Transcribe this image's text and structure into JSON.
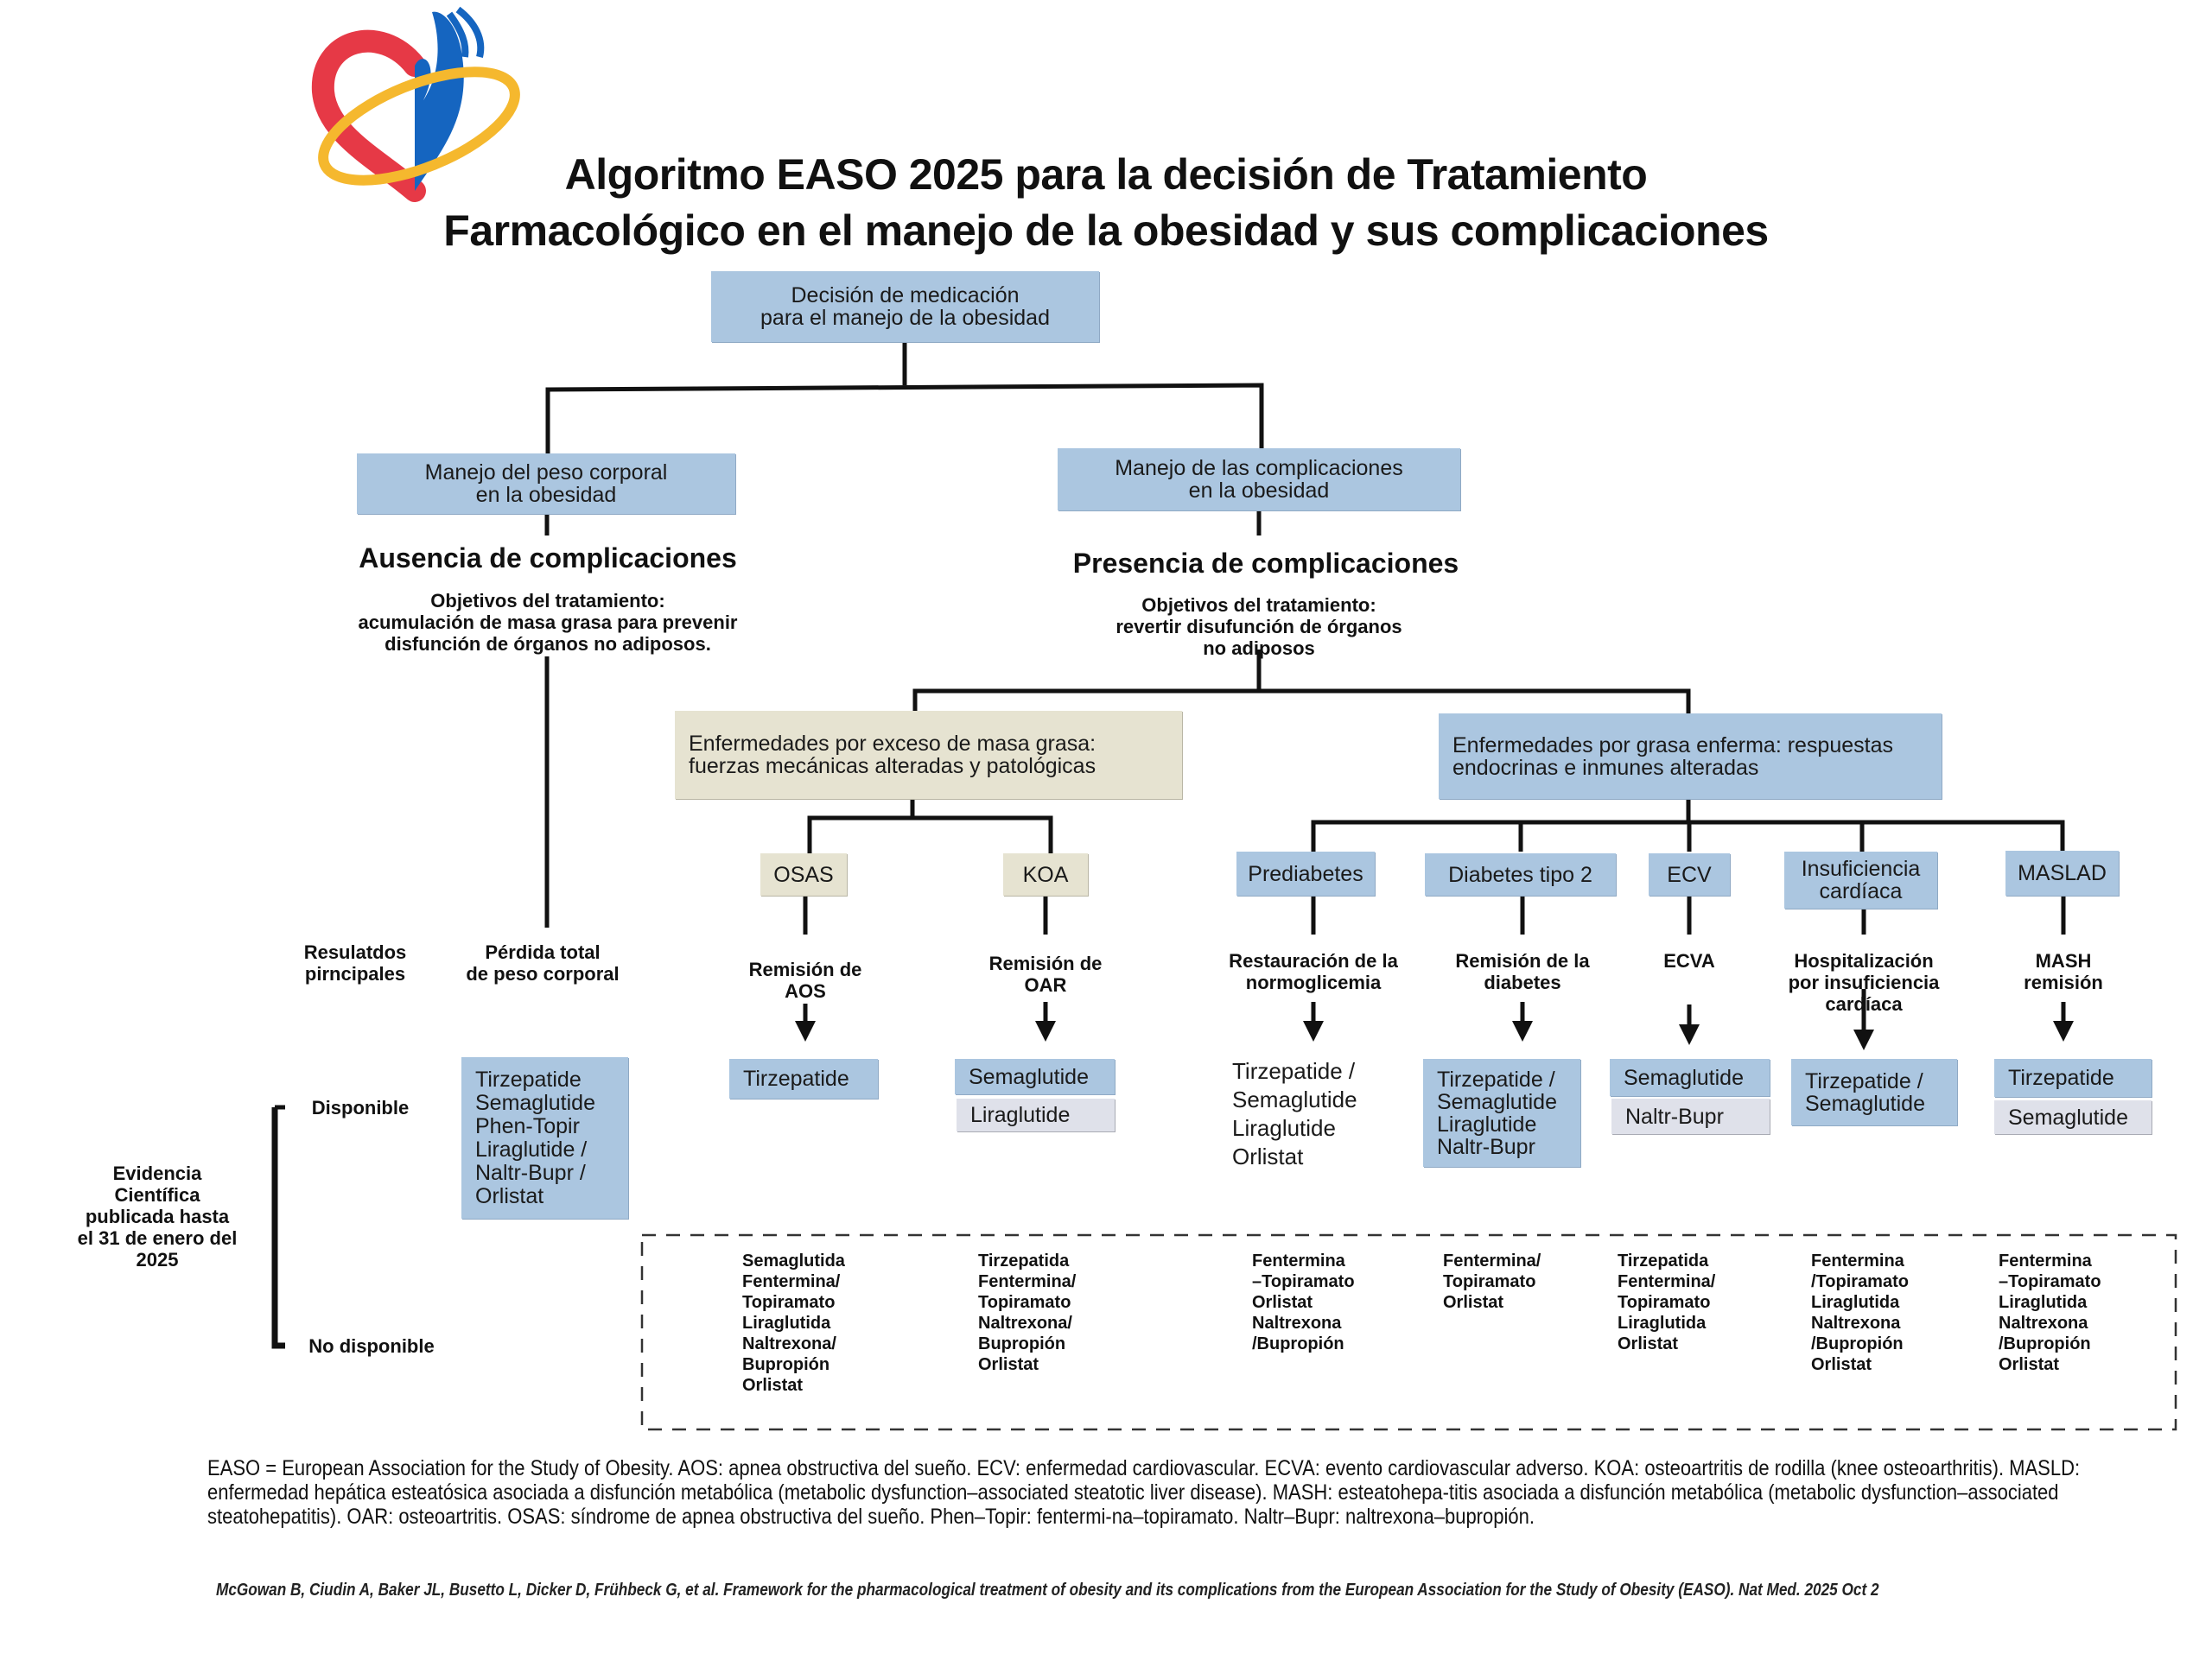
{
  "title": [
    "Algoritmo EASO 2025 para la decisión de Tratamiento",
    "Farmacológico en el manejo de la obesidad y sus complicaciones"
  ],
  "root": [
    "Decisión de medicación",
    "para el manejo de la obesidad"
  ],
  "left_branch": {
    "box": [
      "Manejo del peso corporal",
      "en la obesidad"
    ],
    "heading": "Ausencia de complicaciones",
    "objectives": [
      "Objetivos del  tratamiento:",
      "acumulación de masa grasa para prevenir",
      "disfunción de órganos no adiposos."
    ],
    "outcome": [
      "Pérdida total",
      "de peso corporal"
    ],
    "available": [
      "Tirzepatide",
      "Semaglutide",
      "Phen-Topir",
      "Liraglutide /",
      "Naltr-Bupr /",
      "Orlistat"
    ]
  },
  "right_branch": {
    "box": [
      "Manejo de las complicaciones",
      "en la obesidad"
    ],
    "heading": "Presencia de complicaciones",
    "objectives": [
      "Objetivos del  tratamiento:",
      "revertir disufunción de órganos",
      "no adiposos"
    ]
  },
  "categories": [
    {
      "label": [
        "Enfermedades por exceso de masa grasa:",
        "fuerzas mecánicas alteradas y patológicas"
      ]
    },
    {
      "label": [
        "Enfermedades por grasa enferma: respuestas",
        "endocrinas e inmunes alteradas"
      ]
    }
  ],
  "conditions": [
    {
      "name": [
        "OSAS"
      ],
      "outcome": [
        "Remisión de",
        "AOS"
      ],
      "available": [
        [
          "Tirzepatide"
        ]
      ],
      "not_available": [
        "Semaglutida",
        "Fentermina/",
        "Topiramato",
        "Liraglutida",
        "Naltrexona/",
        "Bupropión",
        "Orlistat"
      ]
    },
    {
      "name": [
        "KOA"
      ],
      "outcome": [
        "Remisión de",
        "OAR"
      ],
      "available": [
        [
          "Semaglutide"
        ],
        [
          "Liraglutide"
        ]
      ],
      "not_available": [
        "Tirzepatida",
        "Fentermina/",
        "Topiramato",
        "Naltrexona/",
        "Bupropión",
        "Orlistat"
      ]
    },
    {
      "name": [
        "Prediabetes"
      ],
      "outcome": [
        "Restauración de la",
        "normoglicemia"
      ],
      "available": [
        [
          "Tirzepatide /",
          "Semaglutide",
          "Liraglutide",
          "Orlistat"
        ]
      ],
      "not_available": [
        "Fentermina",
        "–Topiramato",
        "Orlistat",
        "Naltrexona",
        "/Bupropión"
      ]
    },
    {
      "name": [
        "Diabetes tipo 2"
      ],
      "outcome": [
        "Remisión de la",
        "diabetes"
      ],
      "available": [
        [
          "Tirzepatide /",
          "Semaglutide",
          "Liraglutide",
          "Naltr-Bupr"
        ]
      ],
      "not_available": [
        "Fentermina/",
        "Topiramato",
        "Orlistat"
      ]
    },
    {
      "name": [
        "ECV"
      ],
      "outcome": [
        "ECVA"
      ],
      "available": [
        [
          "Semaglutide"
        ],
        [
          "Naltr-Bupr"
        ]
      ],
      "not_available": [
        "Tirzepatida",
        "Fentermina/",
        "Topiramato",
        "Liraglutida",
        "Orlistat"
      ]
    },
    {
      "name": [
        "Insuficiencia",
        "cardíaca"
      ],
      "outcome": [
        "Hospitalización",
        "por insuficiencia",
        "cardíaca"
      ],
      "available": [
        [
          "Tirzepatide /",
          "Semaglutide"
        ]
      ],
      "not_available": [
        "Fentermina",
        "/Topiramato",
        "Liraglutida",
        "Naltrexona",
        "/Bupropión",
        "Orlistat"
      ]
    },
    {
      "name": [
        "MASLAD"
      ],
      "outcome": [
        "MASH",
        "remisión"
      ],
      "available": [
        [
          "Tirzepatide"
        ],
        [
          "Semaglutide"
        ]
      ],
      "not_available": [
        "Fentermina",
        "–Topiramato",
        "Liraglutida",
        "Naltrexona",
        "/Bupropión",
        "Orlistat"
      ]
    }
  ],
  "row_labels": {
    "outcomes": [
      "Resulatdos",
      "pirncipales"
    ],
    "evidence": [
      "Evidencia",
      "Científica",
      "publicada hasta",
      "el 31 de enero del",
      "2025"
    ],
    "available": "Disponible",
    "not_available": "No disponible"
  },
  "footnote": "EASO = European Association for the Study of Obesity. AOS: apnea obstructiva del sueño. ECV: enfermedad cardiovascular. ECVA: evento cardiovascular adverso. KOA: osteoartritis de rodilla (knee osteoarthritis). MASLD: enfermedad hepática esteatósica asociada a disfunción metabólica (metabolic dysfunction–associated steatotic liver disease). MASH: esteatohepa-titis asociada a disfunción metabólica (metabolic dysfunction–associated steatohepatitis). OAR: osteoartritis. OSAS: síndrome de apnea obstructiva del sueño. Phen–Topir: fentermi-na–topiramato. Naltr–Bupr: naltrexona–bupropión.",
  "citation": "McGowan B, Ciudin A, Baker JL, Busetto L, Dicker D, Frühbeck G, et al. Framework for the pharmacological treatment of obesity and its complications from the European Association for the Study of Obesity (EASO). Nat Med. 2025 Oct 2",
  "colors": {
    "blue_box": "#abc6e0",
    "beige_box": "#e6e3d1",
    "gray_box": "#dfe1ea",
    "logo_red": "#e63946",
    "logo_blue": "#1565c0",
    "logo_yellow": "#f5b82e"
  },
  "icons": {
    "logo": "heart-hand-logo"
  }
}
